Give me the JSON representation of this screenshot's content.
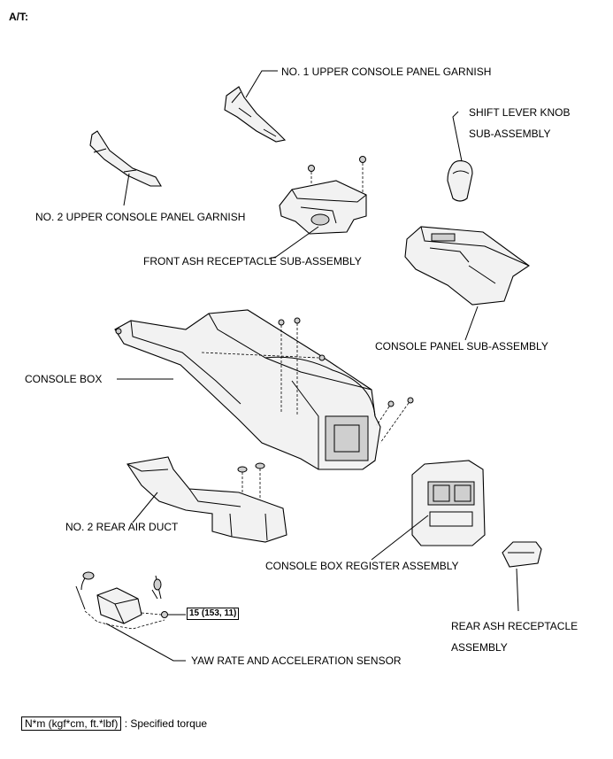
{
  "header": {
    "title": "A/T:"
  },
  "labels": {
    "upper_garnish_1": "NO. 1 UPPER CONSOLE PANEL GARNISH",
    "shift_knob_line1": "SHIFT LEVER KNOB",
    "shift_knob_line2": "SUB-ASSEMBLY",
    "upper_garnish_2": "NO. 2 UPPER CONSOLE PANEL GARNISH",
    "front_ash": "FRONT ASH RECEPTACLE SUB-ASSEMBLY",
    "console_panel": "CONSOLE PANEL SUB-ASSEMBLY",
    "console_box": "CONSOLE BOX",
    "rear_air_duct": "NO. 2 REAR AIR DUCT",
    "register": "CONSOLE BOX REGISTER ASSEMBLY",
    "rear_ash_line1": "REAR ASH RECEPTACLE",
    "rear_ash_line2": "ASSEMBLY",
    "yaw_sensor": "YAW RATE AND ACCELERATION SENSOR"
  },
  "torque_value": "15 (153, 11)",
  "legend": {
    "unit": "N*m (kgf*cm, ft.*lbf)",
    "description": ": Specified torque"
  }
}
